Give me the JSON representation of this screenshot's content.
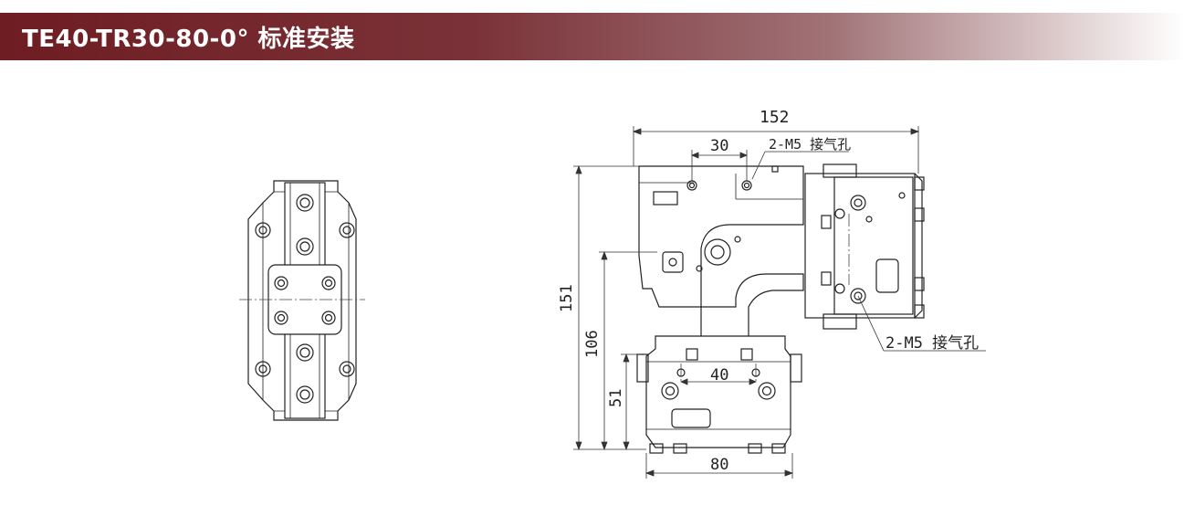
{
  "header": {
    "title": "TE40-TR30-80-0° 标准安装",
    "gradient_start": "#6e1d22",
    "gradient_end": "#ffffff"
  },
  "diagram": {
    "dimensions": {
      "total_width": "152",
      "port_spacing_top": "30",
      "total_height": "151",
      "mid_height": "106",
      "base_height": "51",
      "base_hole_spacing": "40",
      "base_width": "80"
    },
    "callouts": {
      "top_port": "2-M5 接气孔",
      "side_port": "2-M5 接气孔"
    }
  }
}
